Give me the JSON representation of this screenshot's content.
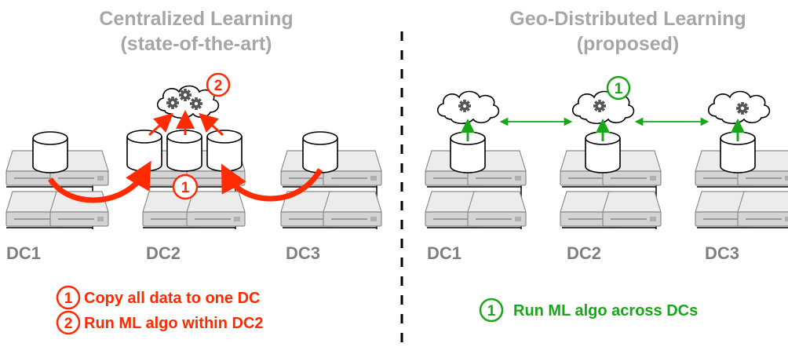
{
  "colors": {
    "red": "#ff2a00",
    "green": "#19a619",
    "title_gray": "#a6a6a6",
    "label_gray": "#7f7f7f",
    "server_fill": "#d9d9d9",
    "divider": "#000000"
  },
  "left_panel": {
    "title_line1": "Centralized Learning",
    "title_line2": "(state-of-the-art)",
    "dc_labels": [
      "DC1",
      "DC2",
      "DC3"
    ],
    "step_markers": {
      "copy": "1",
      "run": "2"
    },
    "legend": [
      {
        "num": "1",
        "text": "Copy all data to one DC"
      },
      {
        "num": "2",
        "text": "Run ML algo within DC2"
      }
    ]
  },
  "right_panel": {
    "title_line1": "Geo-Distributed Learning",
    "title_line2": "(proposed)",
    "dc_labels": [
      "DC1",
      "DC2",
      "DC3"
    ],
    "step_markers": {
      "run": "1"
    },
    "legend": [
      {
        "num": "1",
        "text": "Run ML algo across DCs"
      }
    ]
  },
  "icons": {
    "cloud": "cloud-icon",
    "gear": "gear-icon",
    "database": "database-icon",
    "server": "server-icon"
  }
}
